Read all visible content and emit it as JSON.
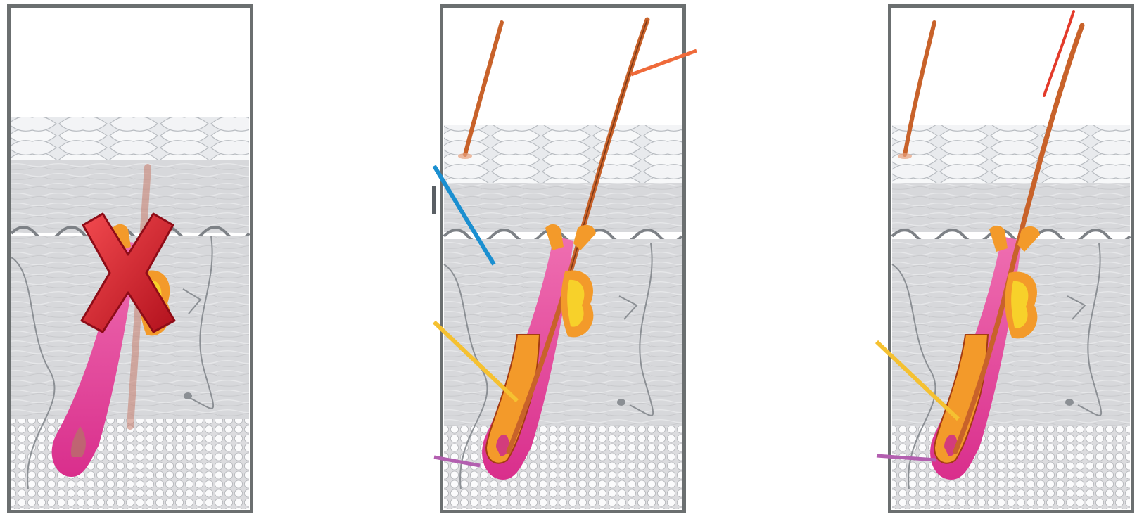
{
  "panels": [
    {
      "id": "panel-1",
      "state": "follicle-blocked",
      "marker": "x-mark"
    },
    {
      "id": "panel-2",
      "state": "follicle-growing",
      "marker": "none"
    },
    {
      "id": "panel-3",
      "state": "follicle-growing-split-hair",
      "marker": "none"
    }
  ],
  "colors": {
    "frame": "#6b6f70",
    "sky": "#ffffff",
    "dermis": "#d9dadc",
    "epidermis": "#eceef0",
    "hair": "#c8622a",
    "follicle": "#e0459a",
    "bulb": "#f39a2a",
    "gland": "#f7c926",
    "fat": "#f2f2f4",
    "x_mark": "#d7202e",
    "leader_blue": "#1b8fd0",
    "leader_yellow": "#f5c131",
    "leader_purple": "#b35fb0",
    "leader_orange": "#ef6a3a",
    "leader_red": "#e33a2a"
  }
}
